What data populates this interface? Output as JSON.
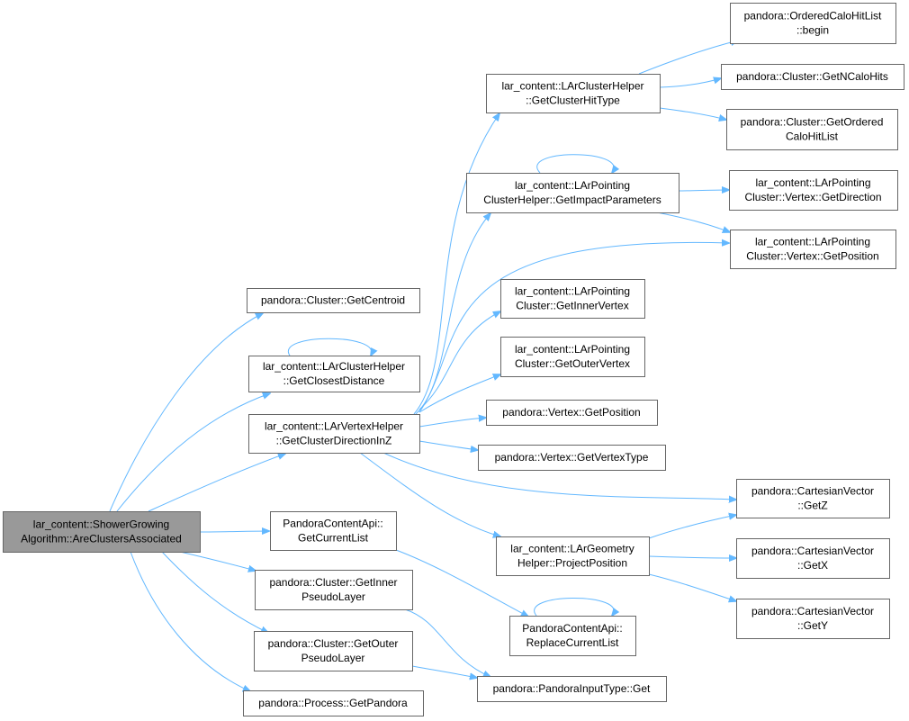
{
  "colors": {
    "edge": "#63b8ff",
    "node_border": "#666666",
    "root_fill": "#999999",
    "node_fill": "#ffffff"
  },
  "nodes": [
    {
      "id": "root",
      "lines": [
        "lar_content::ShowerGrowing",
        "Algorithm::AreClustersAssociated"
      ]
    },
    {
      "id": "getcentroid",
      "lines": [
        "pandora::Cluster::GetCentroid"
      ]
    },
    {
      "id": "closestdistance",
      "lines": [
        "lar_content::LArClusterHelper",
        "::GetClosestDistance"
      ]
    },
    {
      "id": "clusterdirinz",
      "lines": [
        "lar_content::LArVertexHelper",
        "::GetClusterDirectionInZ"
      ]
    },
    {
      "id": "getcurrentlist",
      "lines": [
        "PandoraContentApi::",
        "GetCurrentList"
      ]
    },
    {
      "id": "innerpseudo",
      "lines": [
        "pandora::Cluster::GetInner",
        "PseudoLayer"
      ]
    },
    {
      "id": "outerpseudo",
      "lines": [
        "pandora::Cluster::GetOuter",
        "PseudoLayer"
      ]
    },
    {
      "id": "getpandora",
      "lines": [
        "pandora::Process::GetPandora"
      ]
    },
    {
      "id": "clusterhittype",
      "lines": [
        "lar_content::LArClusterHelper",
        "::GetClusterHitType"
      ]
    },
    {
      "id": "impactparams",
      "lines": [
        "lar_content::LArPointing",
        "ClusterHelper::GetImpactParameters"
      ]
    },
    {
      "id": "innervertex",
      "lines": [
        "lar_content::LArPointing",
        "Cluster::GetInnerVertex"
      ]
    },
    {
      "id": "outervertex",
      "lines": [
        "lar_content::LArPointing",
        "Cluster::GetOuterVertex"
      ]
    },
    {
      "id": "vertexpos",
      "lines": [
        "pandora::Vertex::GetPosition"
      ]
    },
    {
      "id": "vertextype",
      "lines": [
        "pandora::Vertex::GetVertexType"
      ]
    },
    {
      "id": "projectpos",
      "lines": [
        "lar_content::LArGeometry",
        "Helper::ProjectPosition"
      ]
    },
    {
      "id": "replacelist",
      "lines": [
        "PandoraContentApi::",
        "ReplaceCurrentList"
      ]
    },
    {
      "id": "inputtype",
      "lines": [
        "pandora::PandoraInputType::Get"
      ]
    },
    {
      "id": "orderedbegin",
      "lines": [
        "pandora::OrderedCaloHitList",
        "::begin"
      ]
    },
    {
      "id": "ncalohits",
      "lines": [
        "pandora::Cluster::GetNCaloHits"
      ]
    },
    {
      "id": "orderedcalo",
      "lines": [
        "pandora::Cluster::GetOrdered",
        "CaloHitList"
      ]
    },
    {
      "id": "ptdirection",
      "lines": [
        "lar_content::LArPointing",
        "Cluster::Vertex::GetDirection"
      ]
    },
    {
      "id": "ptposition",
      "lines": [
        "lar_content::LArPointing",
        "Cluster::Vertex::GetPosition"
      ]
    },
    {
      "id": "getz",
      "lines": [
        "pandora::CartesianVector",
        "::GetZ"
      ]
    },
    {
      "id": "getx",
      "lines": [
        "pandora::CartesianVector",
        "::GetX"
      ]
    },
    {
      "id": "gety",
      "lines": [
        "pandora::CartesianVector",
        "::GetY"
      ]
    }
  ],
  "edges": [
    {
      "from": "root",
      "to": "getcentroid"
    },
    {
      "from": "root",
      "to": "closestdistance"
    },
    {
      "from": "root",
      "to": "clusterdirinz"
    },
    {
      "from": "root",
      "to": "getcurrentlist"
    },
    {
      "from": "root",
      "to": "innerpseudo"
    },
    {
      "from": "root",
      "to": "outerpseudo"
    },
    {
      "from": "root",
      "to": "getpandora"
    },
    {
      "from": "closestdistance",
      "to": "closestdistance"
    },
    {
      "from": "clusterdirinz",
      "to": "clusterhittype"
    },
    {
      "from": "clusterdirinz",
      "to": "impactparams"
    },
    {
      "from": "clusterdirinz",
      "to": "ptposition"
    },
    {
      "from": "clusterdirinz",
      "to": "innervertex"
    },
    {
      "from": "clusterdirinz",
      "to": "outervertex"
    },
    {
      "from": "clusterdirinz",
      "to": "vertexpos"
    },
    {
      "from": "clusterdirinz",
      "to": "vertextype"
    },
    {
      "from": "clusterdirinz",
      "to": "getz"
    },
    {
      "from": "clusterdirinz",
      "to": "projectpos"
    },
    {
      "from": "clusterhittype",
      "to": "orderedbegin"
    },
    {
      "from": "clusterhittype",
      "to": "ncalohits"
    },
    {
      "from": "clusterhittype",
      "to": "orderedcalo"
    },
    {
      "from": "impactparams",
      "to": "impactparams"
    },
    {
      "from": "impactparams",
      "to": "ptdirection"
    },
    {
      "from": "impactparams",
      "to": "ptposition"
    },
    {
      "from": "projectpos",
      "to": "getz"
    },
    {
      "from": "projectpos",
      "to": "getx"
    },
    {
      "from": "projectpos",
      "to": "gety"
    },
    {
      "from": "getcurrentlist",
      "to": "replacelist"
    },
    {
      "from": "replacelist",
      "to": "replacelist"
    },
    {
      "from": "innerpseudo",
      "to": "inputtype"
    },
    {
      "from": "outerpseudo",
      "to": "inputtype"
    }
  ]
}
